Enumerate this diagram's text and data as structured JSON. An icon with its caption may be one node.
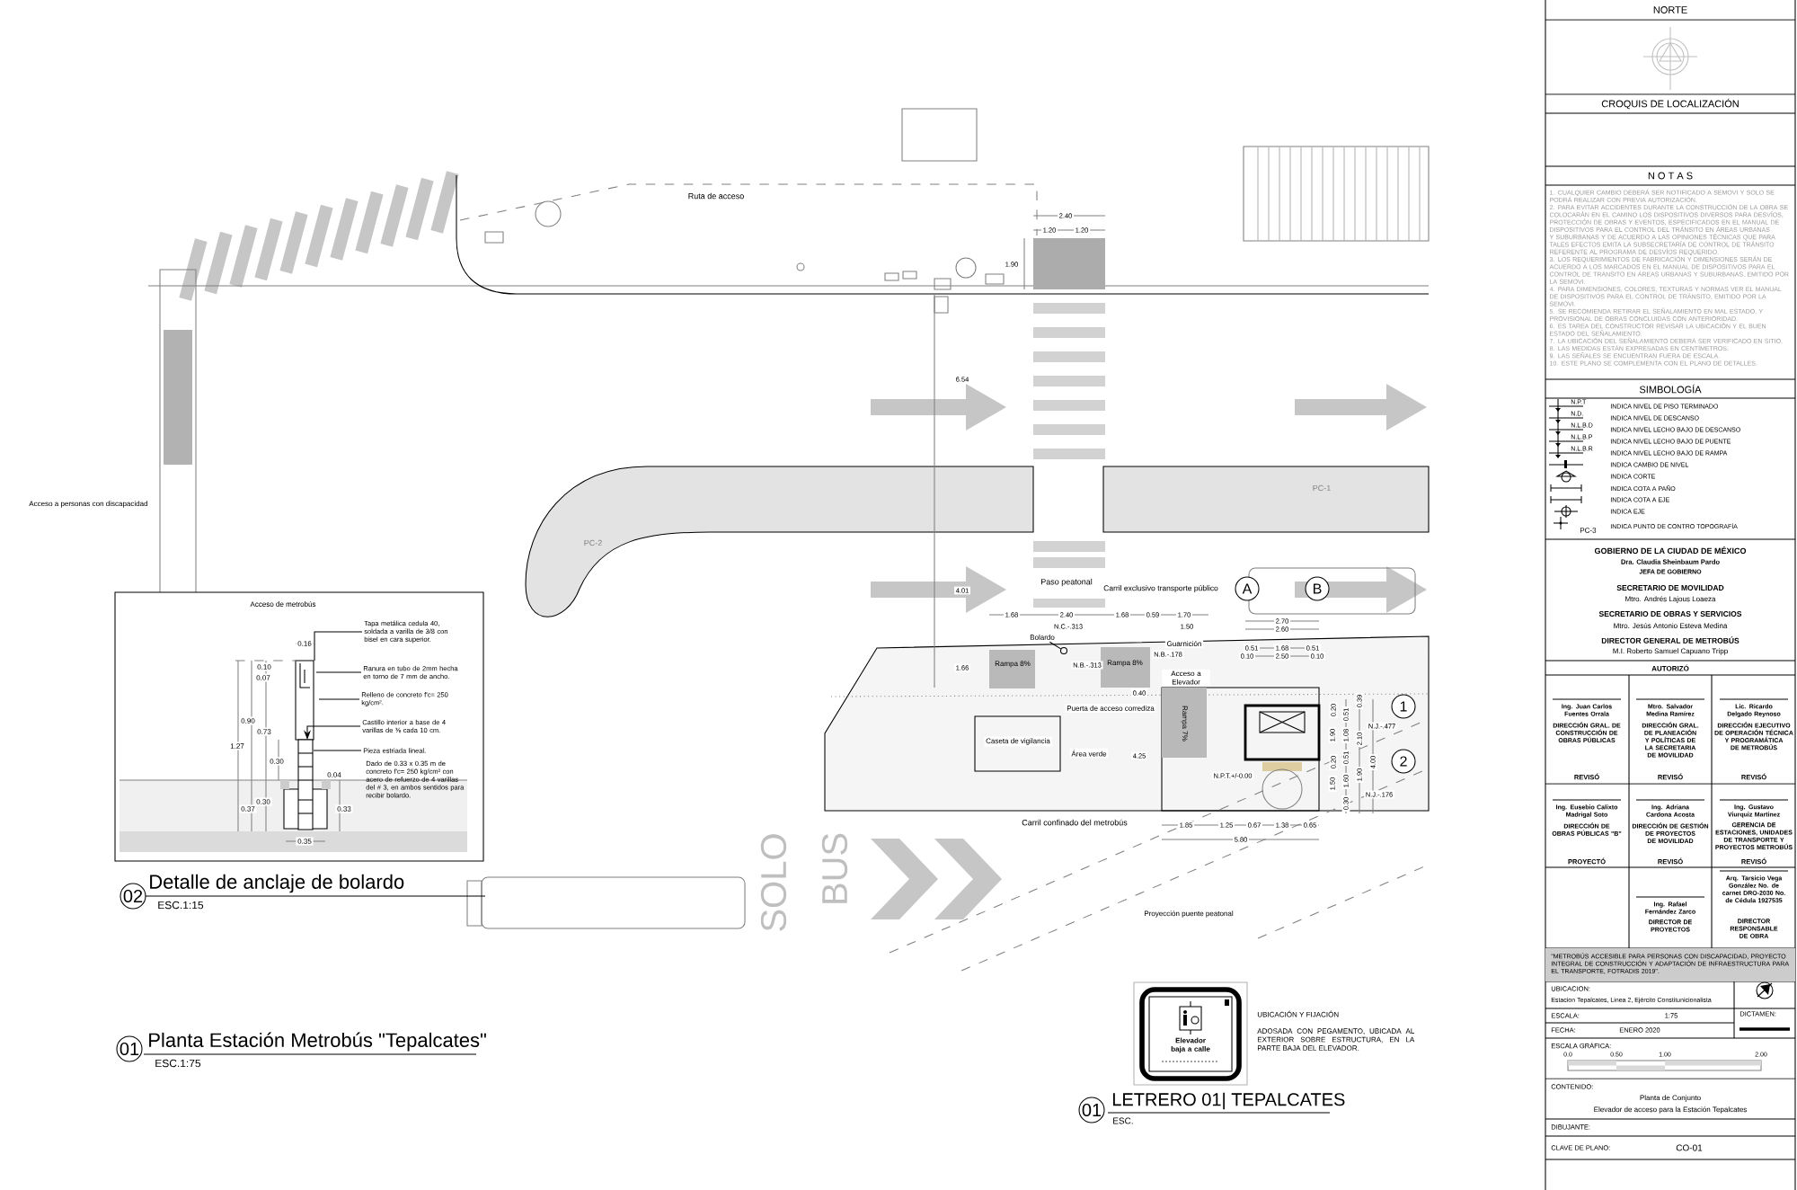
{
  "diagram": {
    "nodes": [
      {
        "text": [
          "02"
        ],
        "beside": [
          "Detalle de anclaje de bolardo",
          "ESC.1:15"
        ]
      },
      {
        "text": [
          "01"
        ],
        "beside": [
          "Planta Estación Metrobús \"Tepalcates\"",
          "ESC.1:75"
        ]
      },
      {
        "text": [
          "01"
        ],
        "beside": [
          "LETRERO 01| TEPALCATES",
          "ESC."
        ]
      },
      {
        "text": [
          "A"
        ]
      },
      {
        "text": [
          "B"
        ]
      },
      {
        "text": [
          "1"
        ]
      },
      {
        "text": [
          "2"
        ]
      },
      {
        "text": [
          "Elevador baja a calle"
        ]
      },
      {
        "text": [
          "Tapa metálica cedula 40, soldada a varilla de 3/8 con bisel en cara superior."
        ]
      },
      {
        "text": [
          "Ranura en tubo de 2mm hecha en torno de 7 mm de ancho."
        ]
      },
      {
        "text": [
          "Relleno de concreto f'c= 250 kg/cm²."
        ]
      },
      {
        "text": [
          "Castillo interior a base de 4 varillas de ⅜ cada 10 cm."
        ]
      },
      {
        "text": [
          "Pieza estriada lineal."
        ]
      },
      {
        "text": [
          "Dado de 0.33 x 0.35 m de concreto f'c= 250 kg/cm² con acero de refuerzo de 4 varillas del # 3, en ambos sentidos para recibir bolardo."
        ]
      },
      {
        "text": [
          "Bolardo"
        ]
      },
      {
        "text": [],
        "shape": "circle"
      }
    ],
    "edges": [
      {
        "from": 8,
        "to": null,
        "arrow": "none"
      },
      {
        "from": 9,
        "to": null,
        "arrow": "none"
      },
      {
        "from": 10,
        "to": null,
        "arrow": "none"
      },
      {
        "from": 11,
        "to": null,
        "arrow": "to"
      },
      {
        "from": 12,
        "to": null,
        "arrow": "none"
      },
      {
        "from": 14,
        "to": 15,
        "arrow": "none"
      }
    ],
    "labels": [
      "Ruta de acceso",
      "Acceso a personas con discapacidad",
      "2.40",
      "1.20",
      "1.20",
      "1.90",
      "6.54",
      "4.01",
      "Paso peatonal",
      "Carril exclusivo transporte público",
      "1.68",
      "2.40",
      "1.68",
      "0.59",
      "1.70",
      "1.50",
      "2.70",
      "2.60",
      "N.C.-.313",
      "N.B.-.313",
      "N.B.-.178",
      "Guarnición",
      "1.66",
      "Rampa 8%",
      "Rampa 8%",
      "0.51",
      "1.68",
      "0.51",
      "0.10",
      "2.50",
      "0.10",
      "Acceso a Elevador",
      "0.40",
      "Puerta de acceso corrediza",
      "Caseta de vigilancia",
      "Área verde",
      "Rampa 7%",
      "4.25",
      "0.39",
      "0.20",
      "0.51",
      "N.J.-.477",
      "1.90",
      "1.08",
      "2.10",
      "0.20",
      "0.51",
      "4.00",
      "N.P.T.+/-0.00",
      "1.50",
      "1.60",
      "1.90",
      "N.J.-.176",
      "0.30",
      "Carril confinado del metrobús",
      "1.85",
      "1.25",
      "0.67",
      "1.38",
      "0.65",
      "5.80",
      "SOLO",
      "BUS",
      "Proyección puente peatonal",
      "Acceso de metrobús",
      "0.16",
      "0.10",
      "0.07",
      "0.90",
      "0.73",
      "1.27",
      "0.30",
      "0.04",
      "0.30",
      "0.37",
      "0.33",
      "0.35",
      "UBICACIÓN Y FIJACIÓN",
      "ADOSADA CON PEGAMENTO, UBICADA AL EXTERIOR SOBRE ESTRUCTURA, EN LA PARTE BAJA DEL ELEVADOR.",
      "NORTE",
      "CROQUIS DE LOCALIZACIÓN",
      "N O T A S",
      "1. CUALQUIER CAMBIO DEBERÁ SER NOTIFICADO A SEMOVI Y SOLO SE PODRÁ REALIZAR CON PREVIA AUTORIZACIÓN.",
      "2. PARA EVITAR ACCIDENTES DURANTE LA CONSTRUCCIÓN DE LA OBRA SE COLOCARÁN EN EL CAMINO LOS DISPOSITIVOS DIVERSOS PARA DESVÍOS, PROTECCIÓN DE OBRAS Y EVENTOS, ESPECIFICADOS EN EL MANUAL DE DISPOSITIVOS PARA EL CONTROL DEL TRÁNSITO EN ÁREAS URBANAS Y SUBURBANAS Y DE ACUERDO A LAS OPINIONES TÉCNICAS QUE PARA TALES EFECTOS EMITA LA SUBSECRETARÍA DE CONTROL DE TRÁNSITO REFERENTE AL PROGRAMA DE DESVÍOS REQUERIDO.",
      "3. LOS REQUERIMIENTOS DE FABRICACIÓN Y DIMENSIONES SERÁN DE ACUERDO A LOS MARCADOS EN EL MANUAL DE DISPOSITIVOS PARA EL CONTROL DE TRÁNSITO EN ÁREAS URBANAS Y SUBURBANAS, EMITIDO POR LA SEMOVI.",
      "4. PARA DIMENSIONES, COLORES, TEXTURAS Y NORMAS VER EL MANUAL DE DISPOSITIVOS PARA EL CONTROL DE TRÁNSITO, EMITIDO POR LA SEMOVI.",
      "5. SE RECOMIENDA RETIRAR EL SEÑALAMIENTO EN MAL ESTADO, Y PROVISIONAL DE OBRAS CONCLUIDAS CON ANTERIORIDAD.",
      "6. ES TAREA DEL CONSTRUCTOR REVISAR LA UBICACIÓN Y EL BUEN ESTADO DEL SEÑALAMIENTO.",
      "7. LA UBICACIÓN DEL SEÑALAMIENTO DEBERÁ SER VERIFICADO EN SITIO.",
      "8. LAS MEDIDAS ESTÁN EXPRESADAS EN CENTÍMETROS.",
      "9. LAS SEÑALES SE ENCUENTRAN FUERA DE ESCALA.",
      "10. ESTE PLANO SE COMPLEMENTA CON EL PLANO DE DETALLES.",
      "SIMBOLOGÍA",
      "N.P.T",
      "INDICA NIVEL DE PISO TERMINADO",
      "N.D.",
      "INDICA NIVEL DE DESCANSO",
      "N.L.B.D",
      "INDICA NIVEL LECHO BAJO DE DESCANSO",
      "N.L.B.P",
      "INDICA NIVEL LECHO BAJO DE PUENTE",
      "N.L.B.R",
      "INDICA NIVEL LECHO BAJO DE RAMPA",
      "INDICA CAMBIO DE NIVEL",
      "INDICA CORTE",
      "INDICA COTA A PAÑO",
      "INDICA COTA A EJE",
      "INDICA EJE",
      "PC-3",
      "INDICA PUNTO DE CONTRO TOPOGRAFÍA",
      "GOBIERNO DE LA CIUDAD DE MÉXICO",
      "Dra. Claudia Sheinbaum Pardo",
      "JEFA DE GOBIERNO",
      "SECRETARIO DE MOVILIDAD",
      "Mtro. Andrés Lajous Loaeza",
      "SECRETARIO DE OBRAS Y SERVICIOS",
      "Mtro. Jesús Antonio Esteva Medina",
      "DIRECTOR GENERAL DE METROBÚS",
      "M.I. Roberto Samuel Capuano Tripp",
      "AUTORIZÓ",
      "Ing. Juan Carlos Fuentes Orrala",
      "DIRECCIÓN GRAL. DE CONSTRUCCIÓN DE OBRAS PÚBLICAS",
      "Mtro. Salvador Medina Ramírez",
      "DIRECCIÓN GRAL. DE PLANEACIÓN Y POLÍTICAS DE LA SECRETARIA DE MOVILIDAD",
      "Lic. Ricardo Delgado Reynoso",
      "DIRECCIÓN EJECUTIVO DE OPERACIÓN TÉCNICA Y PROGRAMÁTICA DE METROBÚS",
      "REVISÓ",
      "REVISÓ",
      "REVISÓ",
      "Ing. Eusebio Calixto Madrigal Soto",
      "DIRECCIÓN DE OBRAS PÚBLICAS \"B\"",
      "Ing. Adriana Cardona Acosta",
      "DIRECCIÓN DE GESTIÓN DE PROYECTOS DE MOVILIDAD",
      "Ing. Gustavo Viurquiz Martinez",
      "GERENCIA DE ESTACIONES, UNIDADES DE TRANSPORTE Y PROYECTOS METROBÚS",
      "PROYECTÓ",
      "REVISÓ",
      "REVISÓ",
      "Ing. Rafael Fernández Zarco",
      "DIRECTOR DE PROYECTOS",
      "Arq. Tarsicio Vega González No. de carnet DRO-2030 No. de Cédula 1927535",
      "DIRECTOR RESPONSABLE DE OBRA",
      "\"METROBÚS ACCESIBLE PARA PERSONAS CON DISCAPACIDAD, PROYECTO INTEGRAL DE CONSTRUCCIÓN Y ADAPTACIÓN DE INFRAESTRUCTURA PARA EL TRANSPORTE, FOTRADIS 2019\".",
      "UBICACION:",
      "Estacion Tepalcates, Linea 2, Ejército Constitunicionalista",
      "ESCALA:",
      "1:75",
      "DICTAMEN:",
      "FECHA:",
      "ENERO 2020",
      "ESCALA GRÁFICA:",
      "0.0",
      "0.50",
      "1.00",
      "2.00",
      "CONTENIDO:",
      "Planta de Conjunto",
      "Elevador de acceso para la Estación Tepalcates",
      "DIBUJANTE:",
      "CLAVE DE PLANO:",
      "CO-01",
      "PC-1",
      "PC-2"
    ]
  }
}
